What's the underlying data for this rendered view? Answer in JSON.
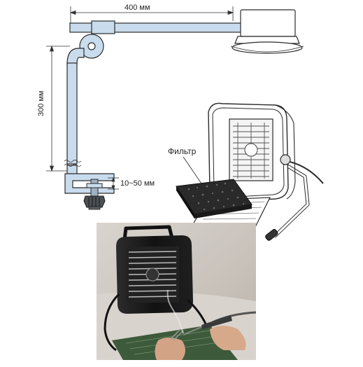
{
  "labels": {
    "arm_length": "400 мм",
    "arm_height": "300 мм",
    "clamp_range": "10~50 мм",
    "filter": "Фильтр"
  },
  "colors": {
    "tube_fill": "#c9dcee",
    "outline": "#2b2b2b",
    "photo_bg": "#cfcac4",
    "fan_body": "#151515",
    "pcb": "#3d5a3a"
  }
}
